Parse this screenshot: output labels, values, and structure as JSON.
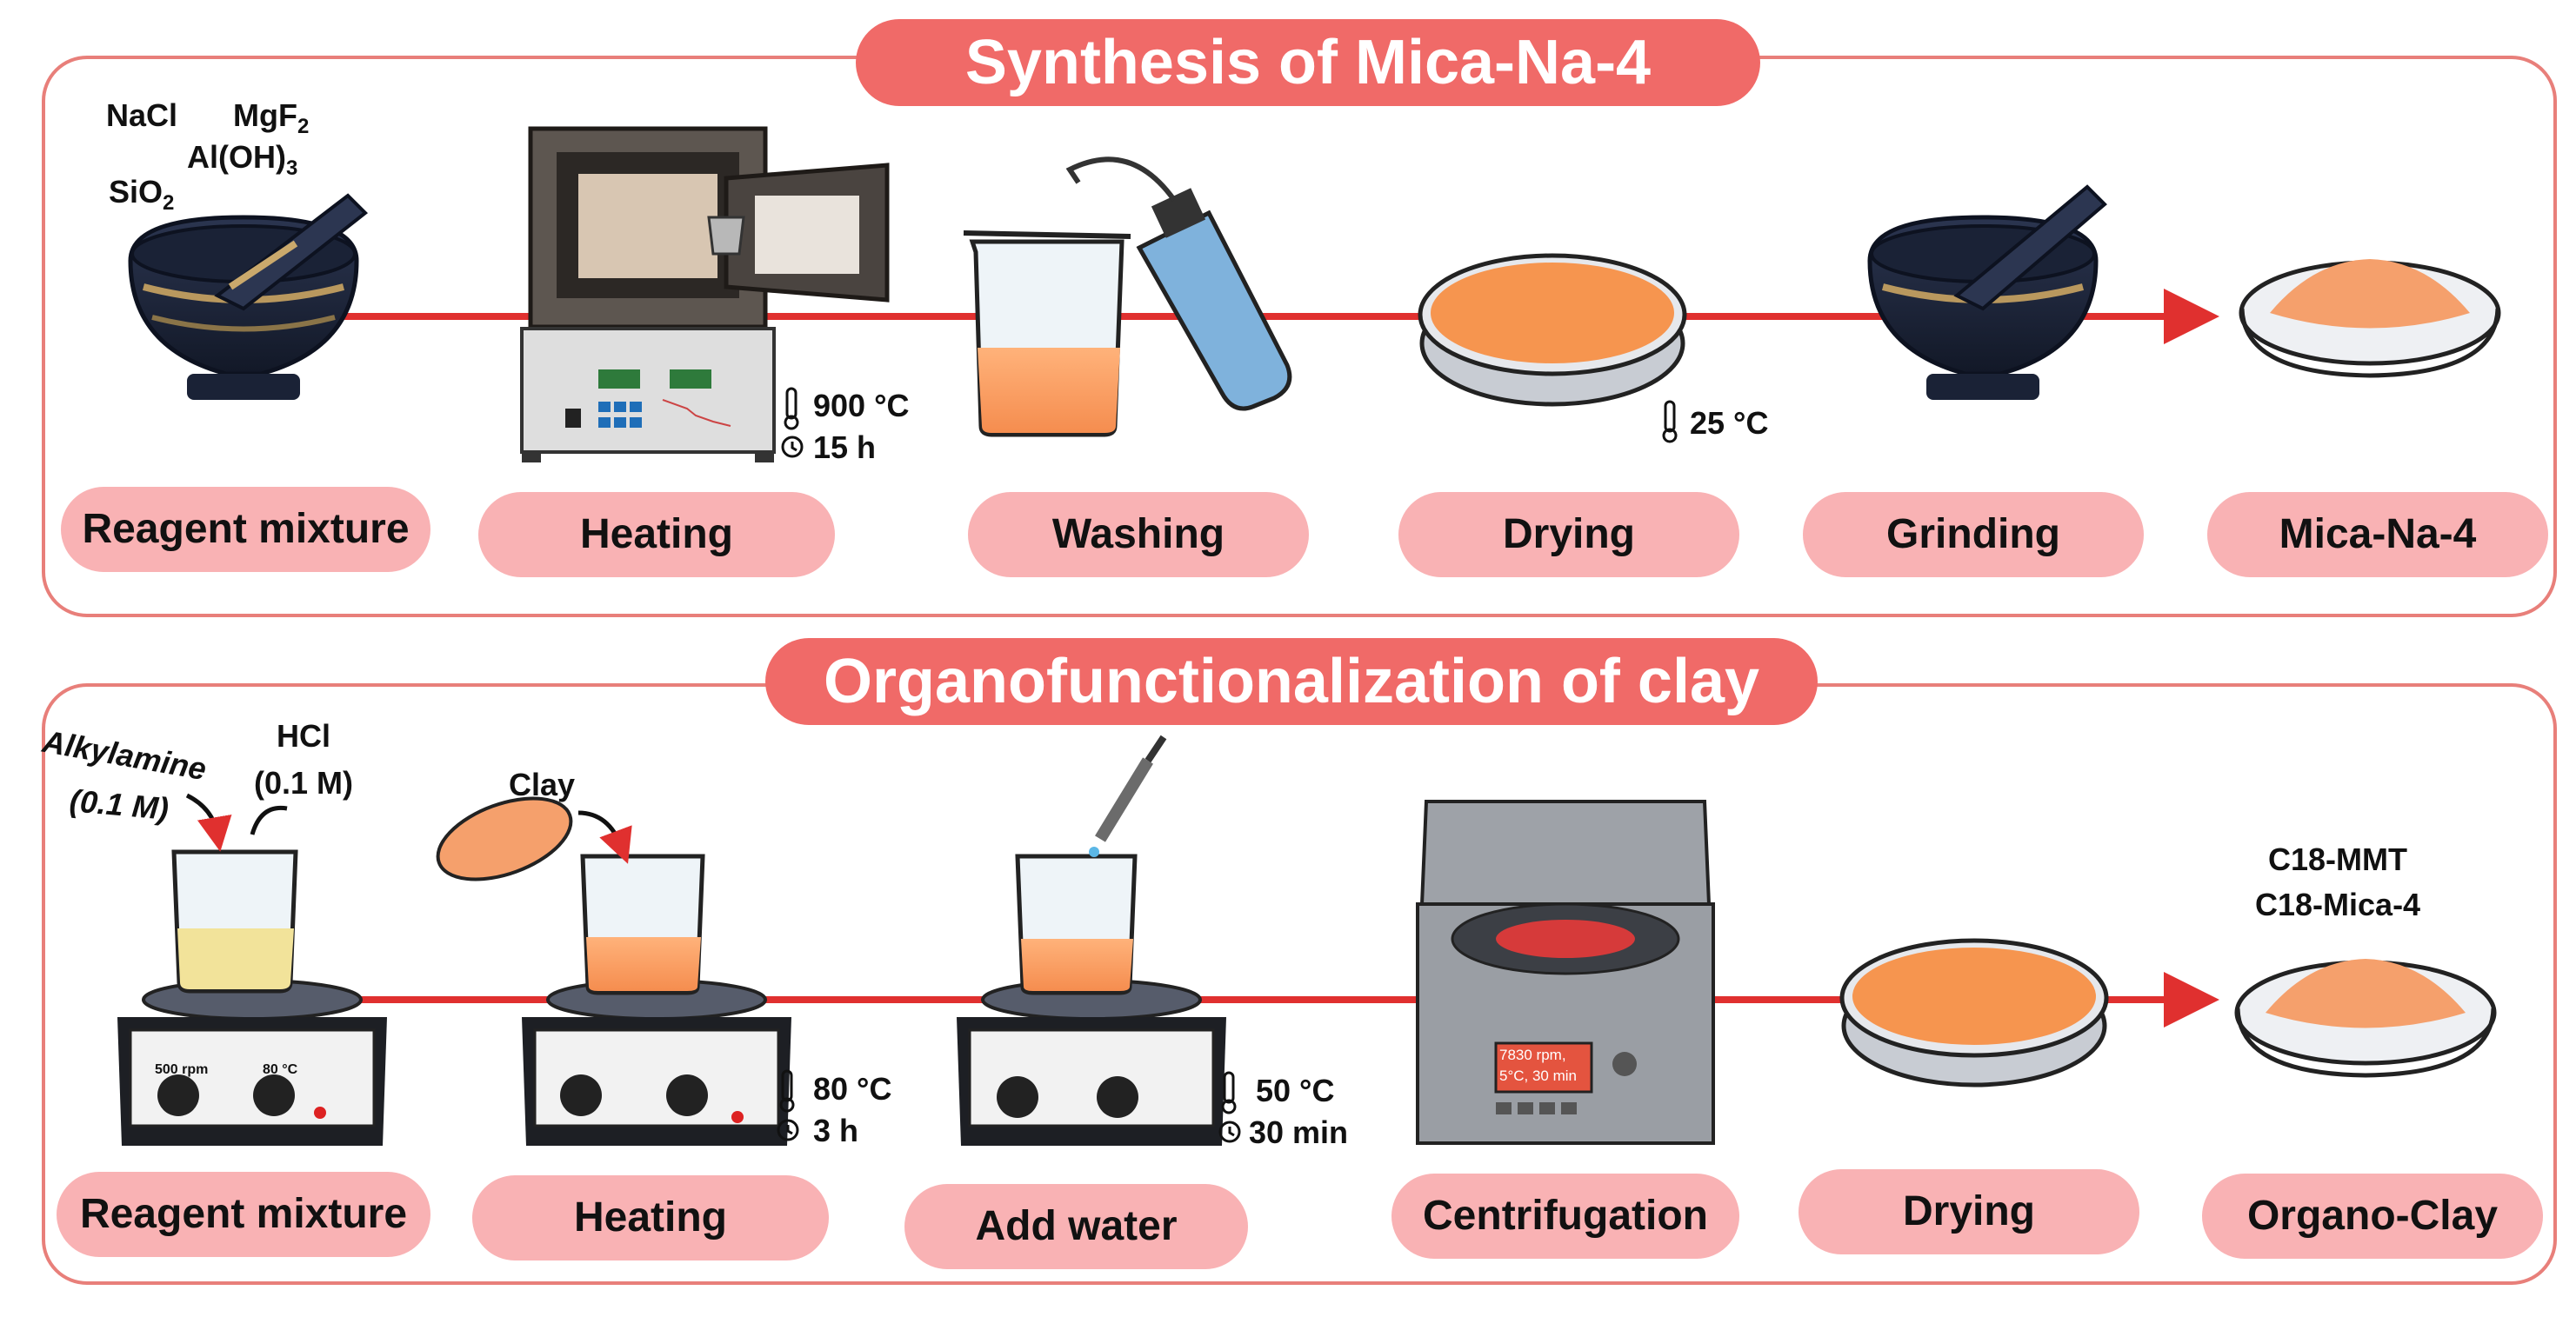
{
  "colors": {
    "accent": "#f06a68",
    "step_fill": "#f9b2b4",
    "panel_border": "#e87f7a",
    "timeline": "#e0302f",
    "sample": "#f5a06c"
  },
  "synthesis": {
    "title": "Synthesis of Mica-Na-4",
    "reagents": {
      "nacl": "NaCl",
      "mgf_base": "MgF",
      "mgf_sub": "2",
      "aloh_base": "Al(OH)",
      "aloh_sub": "3",
      "sio_base": "SiO",
      "sio_sub": "2"
    },
    "conditions": {
      "heat_temp": "900 °C",
      "heat_time": "15 h",
      "dry_temp": "25 °C"
    },
    "steps": [
      "Reagent mixture",
      "Heating",
      "Washing",
      "Drying",
      "Grinding",
      "Mica-Na-4"
    ]
  },
  "organo": {
    "title": "Organofunctionalization of clay",
    "reagents": {
      "alkylamine": "Alkylamine",
      "alkylamine_conc": "(0.1 M)",
      "hcl": "HCl",
      "hcl_conc": "(0.1 M)",
      "clay": "Clay"
    },
    "stirrer": {
      "speed": "500 rpm",
      "temp": "80 °C"
    },
    "conditions": {
      "heat_temp": "80 °C",
      "heat_time": "3 h",
      "water_temp": "50 °C",
      "water_time": "30 min"
    },
    "centrifuge_display": {
      "line1": "7830 rpm,",
      "line2": "5°C, 30 min"
    },
    "products": {
      "p1": "C18-MMT",
      "p2": "C18-Mica-4"
    },
    "steps": [
      "Reagent mixture",
      "Heating",
      "Add water",
      "Centrifugation",
      "Drying",
      "Organo-Clay"
    ]
  }
}
